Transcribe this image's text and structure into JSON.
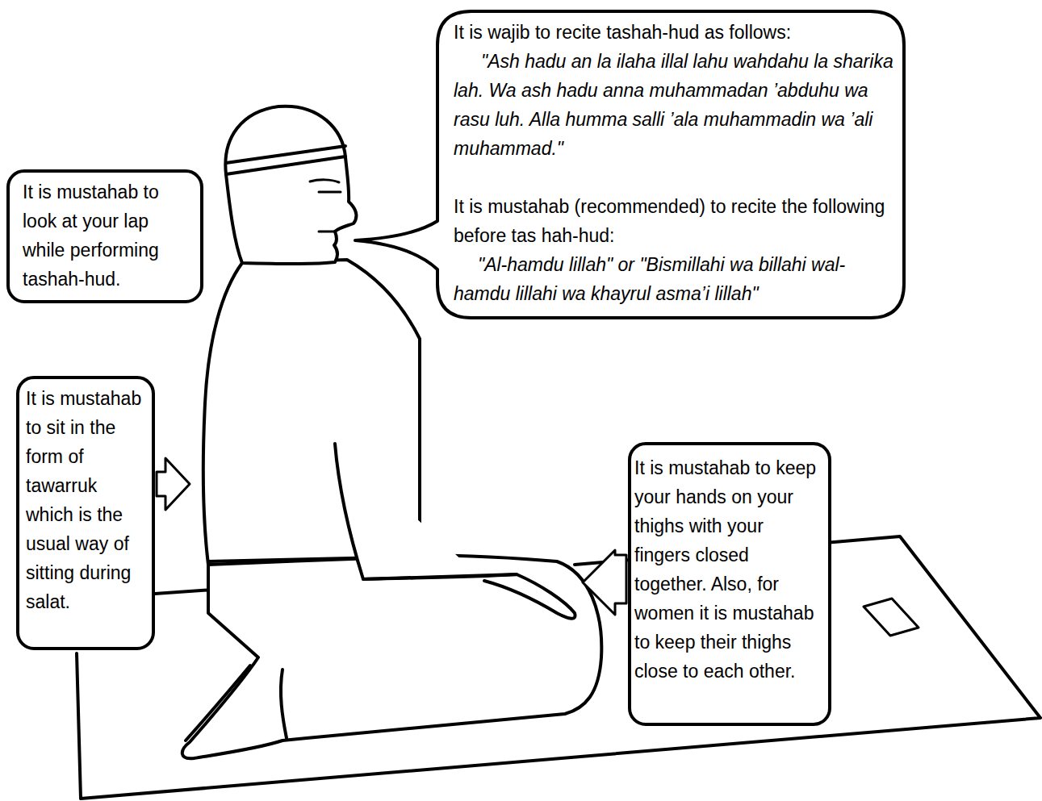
{
  "diagram": {
    "nodes": [
      {
        "text": [
          "It is wajib to recite tashah-hud as follows:",
          "\"Ash hadu an la ilaha illal lahu wahdahu la sharika lah. Wa ash hadu anna muhammadan ’abduhu wa rasu luh. Alla humma salli ’ala muhammadin wa ’ali muhammad.\"",
          "It is mustahab (recommended) to recite the following before tas hah-hud:",
          "\"Al-hamdu lillah\" or \"Bismillahi wa billahi wal-hamdu lillahi wa khayrul asma’i lillah\""
        ]
      },
      {
        "text": [
          "It is mustahab to look at your lap while performing tashah-hud."
        ]
      },
      {
        "text": [
          "It is mustahab to sit in the form of tawarruk which is the usual way of sitting during salat."
        ]
      },
      {
        "text": [
          "It is mustahab to keep your hands on your thighs with your fingers closed together. Also, for women it is mustahab to keep their thighs close to each other."
        ]
      }
    ]
  }
}
